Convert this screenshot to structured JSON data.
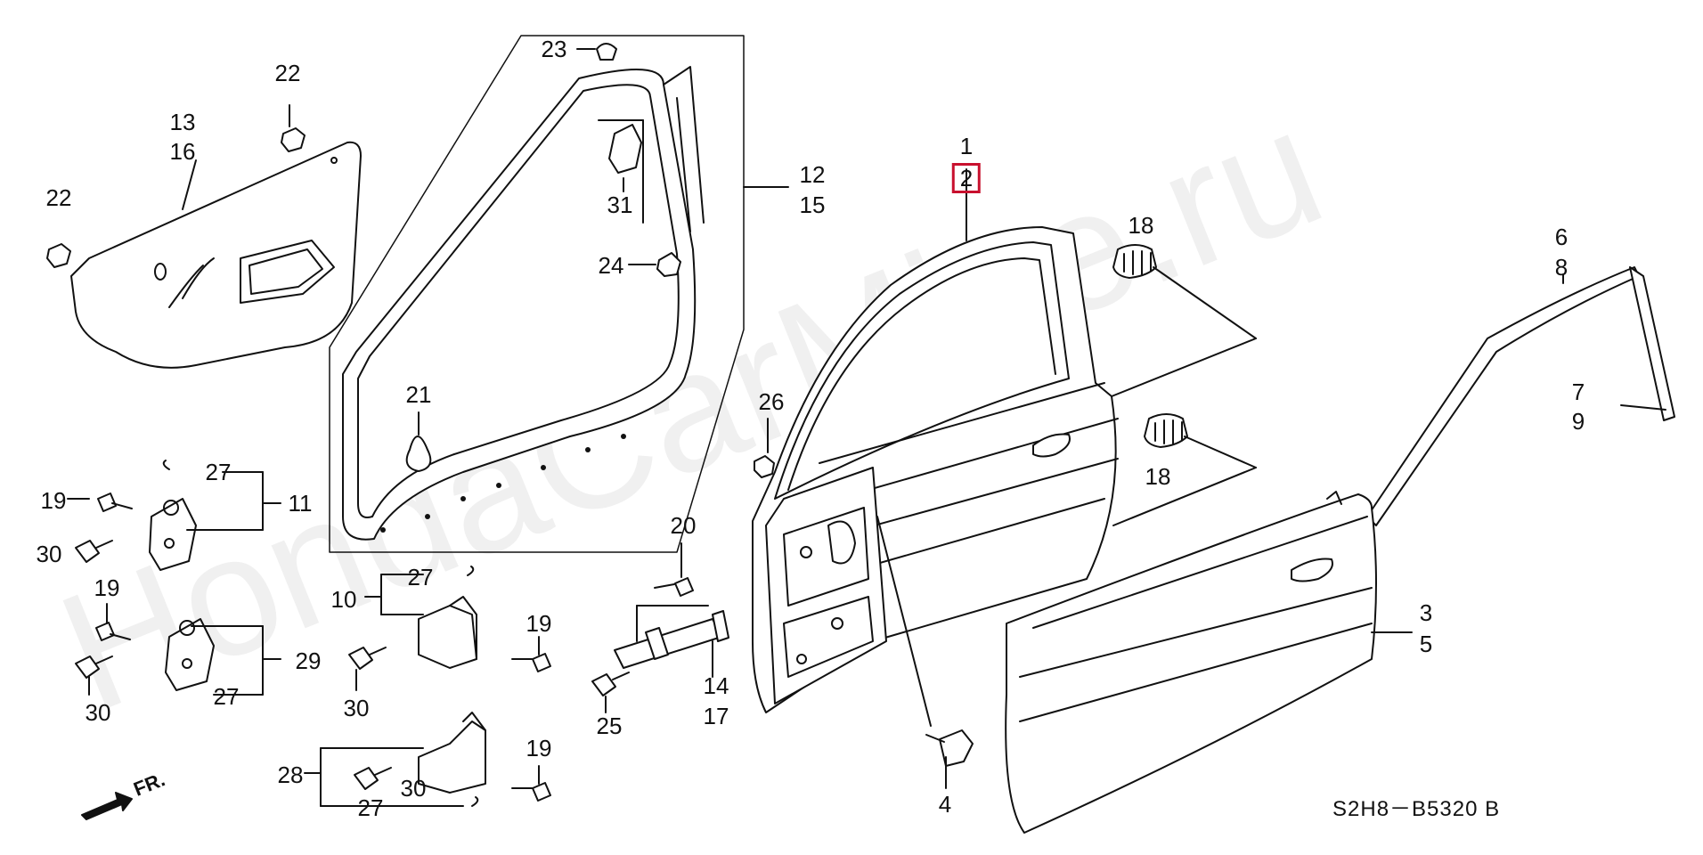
{
  "callouts": {
    "c1": "1",
    "c2": "2",
    "c3": "3",
    "c4": "4",
    "c5": "5",
    "c6": "6",
    "c7": "7",
    "c8": "8",
    "c9": "9",
    "c10": "10",
    "c11": "11",
    "c12": "12",
    "c13": "13",
    "c14": "14",
    "c15": "15",
    "c16": "16",
    "c17": "17",
    "c18a": "18",
    "c18b": "18",
    "c19a": "19",
    "c19b": "19",
    "c19c": "19",
    "c19d": "19",
    "c20": "20",
    "c21": "21",
    "c22a": "22",
    "c22b": "22",
    "c23": "23",
    "c24": "24",
    "c25": "25",
    "c26": "26",
    "c27a": "27",
    "c27b": "27",
    "c27c": "27",
    "c27d": "27",
    "c28": "28",
    "c29": "29",
    "c30a": "30",
    "c30b": "30",
    "c30c": "30",
    "c30d": "30",
    "c31": "31"
  },
  "diagram_code": "S2H8－B5320 B",
  "direction_label": "FR.",
  "watermark": "HondaCarMine.ru",
  "highlight_color": "#c8102e"
}
